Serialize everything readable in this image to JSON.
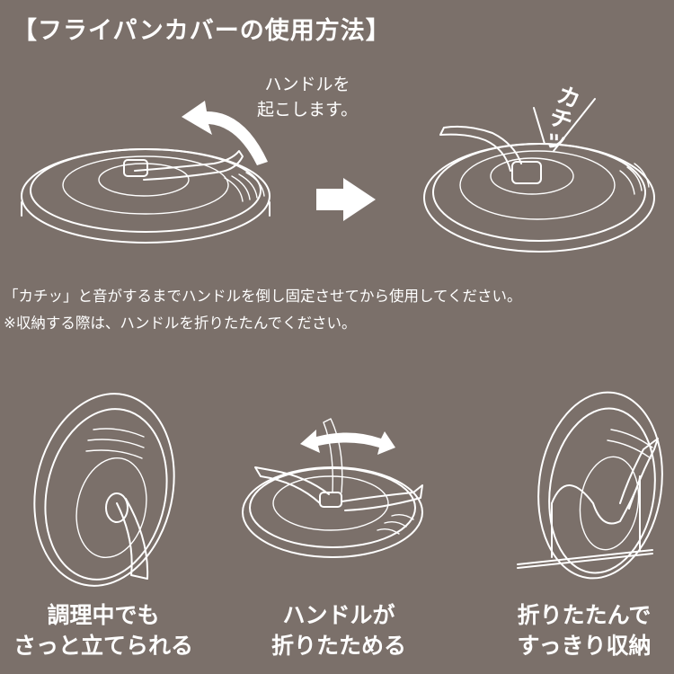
{
  "title": "【フライパンカバーの使用方法】",
  "step1_caption": [
    "ハンドルを",
    "起こします。"
  ],
  "sound_label": "カチッ",
  "notes": [
    "「カチッ」と音がするまでハンドルを倒し固定させてから使用してください。",
    "※収納する際は、ハンドルを折りたたんでください。"
  ],
  "features": [
    {
      "line1": "調理中でも",
      "line2": "さっと立てられる"
    },
    {
      "line1": "ハンドルが",
      "line2": "折りたためる"
    },
    {
      "line1": "折りたたんで",
      "line2": "すっきり収納"
    }
  ],
  "colors": {
    "background": "#7b706a",
    "foreground": "#ffffff"
  }
}
